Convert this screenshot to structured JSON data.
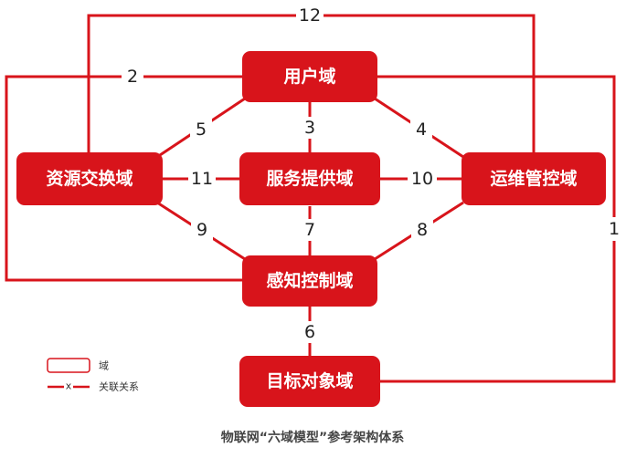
{
  "nodes": {
    "user": "用户域",
    "resource": "资源交换域",
    "service": "服务提供域",
    "ops": "运维管控域",
    "sense": "感知控制域",
    "target": "目标对象域"
  },
  "connections": [
    {
      "id": "1",
      "label": "1",
      "from": "user",
      "to": "target"
    },
    {
      "id": "2",
      "label": "2",
      "from": "user",
      "to": "sense"
    },
    {
      "id": "3",
      "label": "3",
      "from": "user",
      "to": "service"
    },
    {
      "id": "4",
      "label": "4",
      "from": "user",
      "to": "ops"
    },
    {
      "id": "5",
      "label": "5",
      "from": "user",
      "to": "resource"
    },
    {
      "id": "6",
      "label": "6",
      "from": "sense",
      "to": "target"
    },
    {
      "id": "7",
      "label": "7",
      "from": "service",
      "to": "sense"
    },
    {
      "id": "8",
      "label": "8",
      "from": "ops",
      "to": "sense"
    },
    {
      "id": "9",
      "label": "9",
      "from": "resource",
      "to": "sense"
    },
    {
      "id": "10",
      "label": "10",
      "from": "service",
      "to": "ops"
    },
    {
      "id": "11",
      "label": "11",
      "from": "resource",
      "to": "service"
    },
    {
      "id": "12",
      "label": "12",
      "from": "resource",
      "to": "ops"
    }
  ],
  "legend": {
    "domain": "域",
    "relation_marker": "x",
    "relation": "关联关系"
  },
  "caption": "物联网“六域模型”参考架构体系",
  "colors": {
    "accent": "#d8141b",
    "text": "#222222"
  }
}
